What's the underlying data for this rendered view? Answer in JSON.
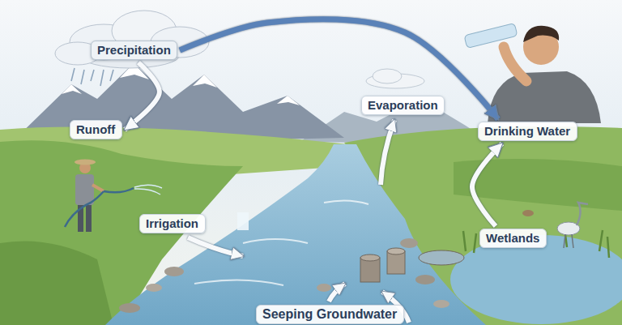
{
  "diagram": {
    "nodes": [
      {
        "text": [
          "Precipitation"
        ]
      },
      {
        "text": [
          "Evaporation"
        ]
      },
      {
        "text": [
          "Runoff"
        ]
      },
      {
        "text": [
          "Drinking Water"
        ]
      },
      {
        "text": [
          "Irrigation"
        ]
      },
      {
        "text": [
          "Wetlands"
        ]
      },
      {
        "text": [
          "Seeping Groundwater"
        ]
      }
    ],
    "edges": [
      {
        "from": 0,
        "to": 3,
        "arrow": "to"
      },
      {
        "from": 0,
        "to": 2,
        "arrow": "to"
      },
      {
        "from": 5,
        "to": 3,
        "arrow": "to"
      }
    ]
  }
}
